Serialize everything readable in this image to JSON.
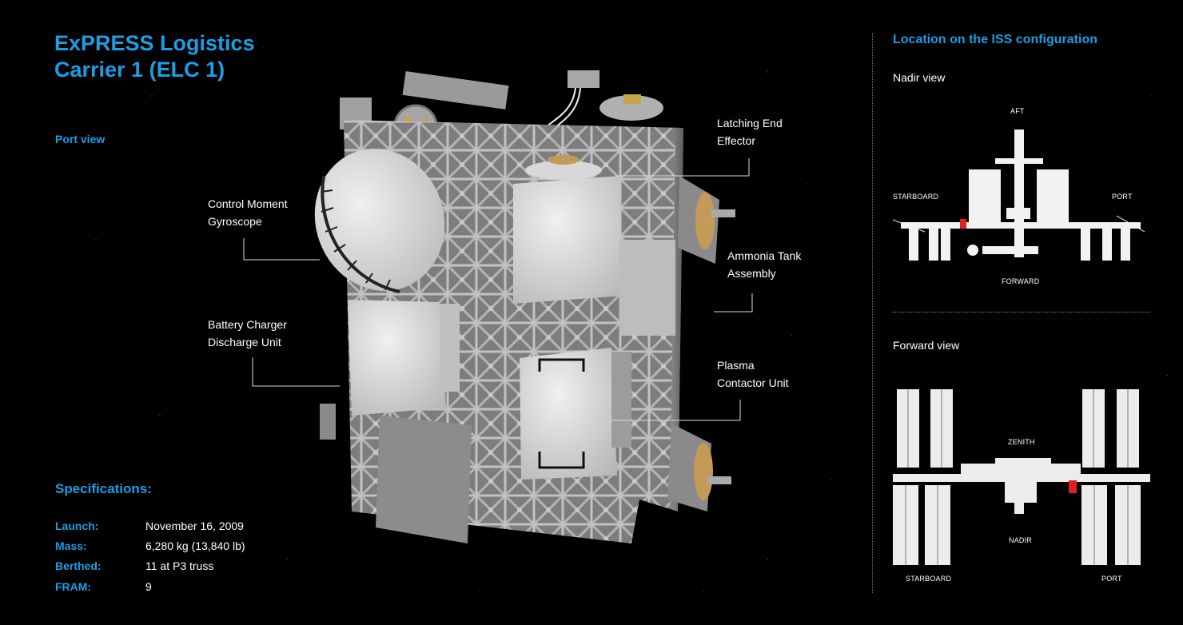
{
  "title": {
    "line1": "ExPRESS Logistics",
    "line2": "Carrier 1 (ELC 1)"
  },
  "view_label": "Port view",
  "labels": {
    "cmg": {
      "line1": "Control Moment",
      "line2": "Gyroscope"
    },
    "bcdu": {
      "line1": "Battery Charger",
      "line2": "Discharge Unit"
    },
    "lee": {
      "line1": "Latching End",
      "line2": "Effector"
    },
    "ata": {
      "line1": "Ammonia Tank",
      "line2": "Assembly"
    },
    "pcu": {
      "line1": "Plasma",
      "line2": "Contactor Unit"
    }
  },
  "specs": {
    "heading": "Specifications:",
    "rows": [
      {
        "key": "Launch:",
        "value": "November 16, 2009"
      },
      {
        "key": "Mass:",
        "value": "6,280 kg (13,840 lb)"
      },
      {
        "key": "Berthed:",
        "value": "11 at P3 truss"
      },
      {
        "key": "FRAM:",
        "value": "9"
      }
    ]
  },
  "location": {
    "title": "Location on the ISS configuration",
    "nadir": {
      "label": "Nadir view",
      "aft": "AFT",
      "forward": "FORWARD",
      "starboard": "STARBOARD",
      "port": "PORT"
    },
    "forward": {
      "label": "Forward view",
      "zenith": "ZENITH",
      "nadir": "NADIR",
      "starboard": "STARBOARD",
      "port": "PORT"
    }
  },
  "colors": {
    "accent": "#1b9ee3",
    "marker": "#e0201c",
    "structure": "#9a9a9a",
    "blanket": "#dcdcdc"
  }
}
